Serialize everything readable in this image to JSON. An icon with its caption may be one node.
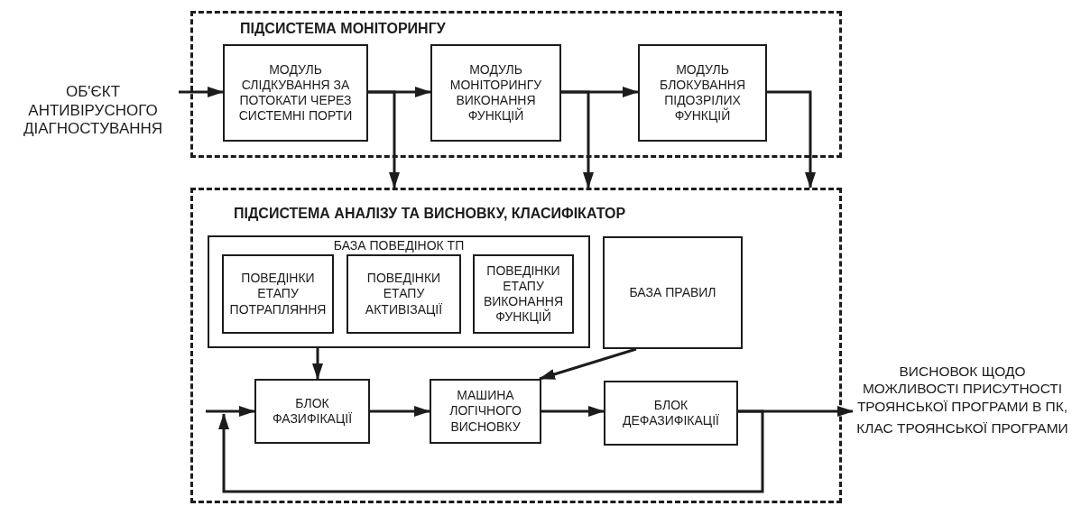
{
  "diagram": {
    "nodes": [
      {
        "text": [
          "ОБ'ЄКТ АНТИВІРУСНОГО ДІАГНОСТУВАННЯ"
        ]
      },
      {
        "text": [
          "ПІДСИСТЕМА МОНІТОРИНГУ"
        ]
      },
      {
        "text": [
          "МОДУЛЬ СЛІДКУВАННЯ ЗА ПОТОКАТИ ЧЕРЕЗ СИСТЕМНІ ПОРТИ"
        ],
        "in": 1
      },
      {
        "text": [
          "МОДУЛЬ МОНІТОРИНГУ ВИКОНАННЯ ФУНКЦІЙ"
        ],
        "in": 1
      },
      {
        "text": [
          "МОДУЛЬ БЛОКУВАННЯ ПІДОЗРІЛИХ ФУНКЦІЙ"
        ],
        "in": 1
      },
      {
        "text": [
          "ПІДСИСТЕМА АНАЛІЗУ ТА ВИСНОВКУ, КЛАСИФІКАТОР"
        ]
      },
      {
        "text": [
          "БАЗА ПОВЕДІНОК ТП"
        ],
        "in": 5
      },
      {
        "text": [
          "ПОВЕДІНКИ ЕТАПУ ПОТРАПЛЯННЯ"
        ],
        "in": 6
      },
      {
        "text": [
          "ПОВЕДІНКИ ЕТАПУ АКТИВІЗАЦІЇ"
        ],
        "in": 6
      },
      {
        "text": [
          "ПОВЕДІНКИ ЕТАПУ ВИКОНАННЯ ФУНКЦІЙ"
        ],
        "in": 6
      },
      {
        "text": [
          "БАЗА ПРАВИЛ"
        ],
        "in": 5
      },
      {
        "text": [
          "БЛОК ФАЗИФІКАЦІЇ"
        ],
        "in": 5
      },
      {
        "text": [
          "МАШИНА ЛОГІЧНОГО ВИСНОВКУ"
        ],
        "in": 5
      },
      {
        "text": [
          "БЛОК ДЕФАЗИФІКАЦІЇ"
        ],
        "in": 5
      },
      {
        "text": [
          "ВИСНОВОК ЩОДО МОЖЛИВОСТІ ПРИСУТНОСТІ ТРОЯНСЬКОЇ ПРОГРАМИ В ПК,",
          "КЛАС ТРОЯНСЬКОЇ ПРОГРАМИ"
        ]
      }
    ],
    "edges": [
      {
        "from": 0,
        "to": 2,
        "arrow": "to"
      },
      {
        "from": 2,
        "to": 3,
        "arrow": "to"
      },
      {
        "from": 2,
        "to": 5,
        "arrow": "to"
      },
      {
        "from": 3,
        "to": 4,
        "arrow": "to"
      },
      {
        "from": 3,
        "to": 5,
        "arrow": "to"
      },
      {
        "from": 4,
        "to": 5,
        "arrow": "to"
      },
      {
        "from": 6,
        "to": 11,
        "arrow": "to"
      },
      {
        "from": 10,
        "to": 12,
        "arrow": "to"
      },
      {
        "from": 11,
        "to": 12,
        "arrow": "to"
      },
      {
        "from": 12,
        "to": 13,
        "arrow": "to"
      },
      {
        "from": 13,
        "to": 14,
        "arrow": "to"
      },
      {
        "from": 13,
        "to": 11,
        "arrow": "to"
      },
      {
        "from": null,
        "to": 11,
        "arrow": "to"
      }
    ]
  }
}
